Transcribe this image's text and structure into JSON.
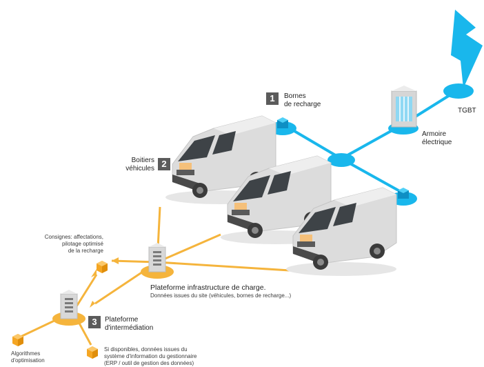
{
  "labels": {
    "step1": "Bornes\nde recharge",
    "step2": "Boitiers\nvéhicules",
    "step3": "Plateforme\nd'intermédiation",
    "tgbt": "TGBT",
    "armoire": "Armoire\nélectrique",
    "consignes": "Consignes: affectations,\npilotage optimisé\nde la recharge",
    "platform_title": "Plateforme infrastructure  de charge.",
    "platform_sub": "Données issues du site (véhicules, bornes de recharge...)",
    "algorithms": "Algorithmes\nd'optimisation",
    "si_data": "Si disponibles, données issues du\nsystème d'information du gestionnaire\n(ERP / outil de gestion des données)"
  },
  "badges": {
    "one": "1",
    "two": "2",
    "three": "3"
  },
  "colors": {
    "network_blue": "#19b7ec",
    "flow_orange": "#f5b43c",
    "badge_gray": "#5b5b5b",
    "van_body": "#dcdcdc"
  },
  "icons": [
    "lightning-icon",
    "electrical-cabinet-icon",
    "charging-station-icon",
    "server-icon",
    "van-icon",
    "data-cube-icon"
  ]
}
